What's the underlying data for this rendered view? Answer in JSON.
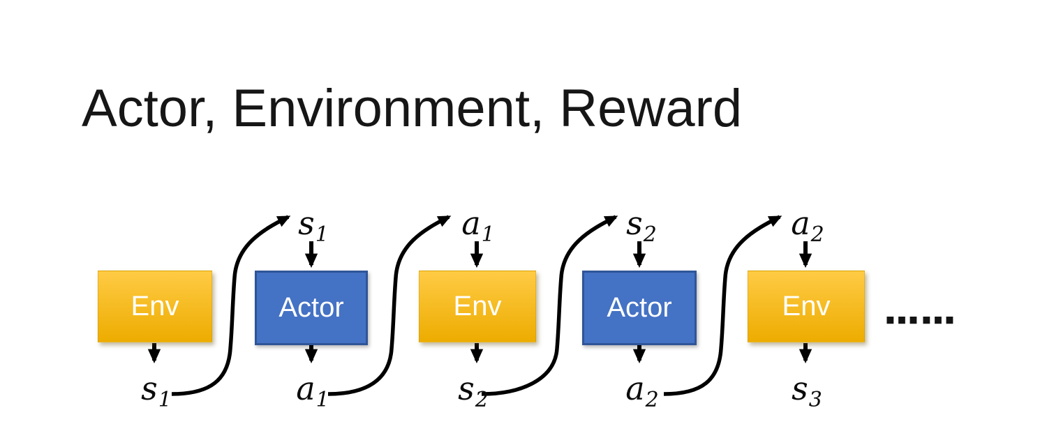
{
  "title": "Actor, Environment, Reward",
  "diagram": {
    "boxes": [
      {
        "label": "Env",
        "type": "env"
      },
      {
        "label": "Actor",
        "type": "actor"
      },
      {
        "label": "Env",
        "type": "env"
      },
      {
        "label": "Actor",
        "type": "actor"
      },
      {
        "label": "Env",
        "type": "env"
      }
    ],
    "top_labels": [
      {
        "base": "s",
        "sub": "1"
      },
      {
        "base": "a",
        "sub": "1"
      },
      {
        "base": "s",
        "sub": "2"
      },
      {
        "base": "a",
        "sub": "2"
      }
    ],
    "bottom_labels": [
      {
        "base": "s",
        "sub": "1"
      },
      {
        "base": "a",
        "sub": "1"
      },
      {
        "base": "s",
        "sub": "2"
      },
      {
        "base": "a",
        "sub": "2"
      },
      {
        "base": "s",
        "sub": "3"
      }
    ],
    "ellipsis": "……",
    "colors": {
      "env_top": "#FFCB45",
      "env_bottom": "#EDAC00",
      "actor_fill": "#4472C4",
      "actor_border": "#2F5597",
      "arrow": "#000000"
    }
  }
}
